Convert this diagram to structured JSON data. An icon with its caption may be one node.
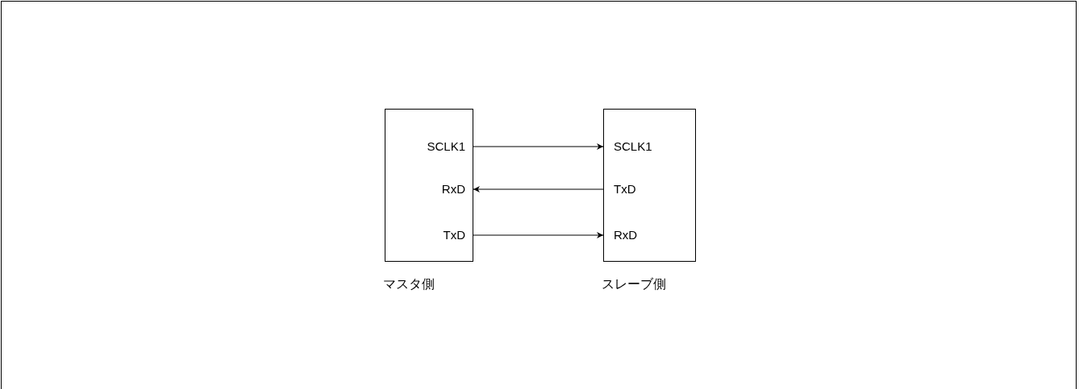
{
  "diagram": {
    "nodes": [
      {
        "text": [],
        "shape": "box",
        "beside": [
          "マスタ側"
        ]
      },
      {
        "text": [
          "SCLK1"
        ],
        "in": 0
      },
      {
        "text": [
          "RxD"
        ],
        "in": 0
      },
      {
        "text": [
          "TxD"
        ],
        "in": 0
      },
      {
        "text": [],
        "shape": "box",
        "beside": [
          "スレーブ側"
        ]
      },
      {
        "text": [
          "SCLK1"
        ],
        "in": 4
      },
      {
        "text": [
          "TxD"
        ],
        "in": 4
      },
      {
        "text": [
          "RxD"
        ],
        "in": 4
      }
    ],
    "edges": [
      {
        "from": 1,
        "to": 5,
        "arrow": "to"
      },
      {
        "from": 6,
        "to": 2,
        "arrow": "to"
      },
      {
        "from": 3,
        "to": 7,
        "arrow": "to"
      }
    ]
  }
}
